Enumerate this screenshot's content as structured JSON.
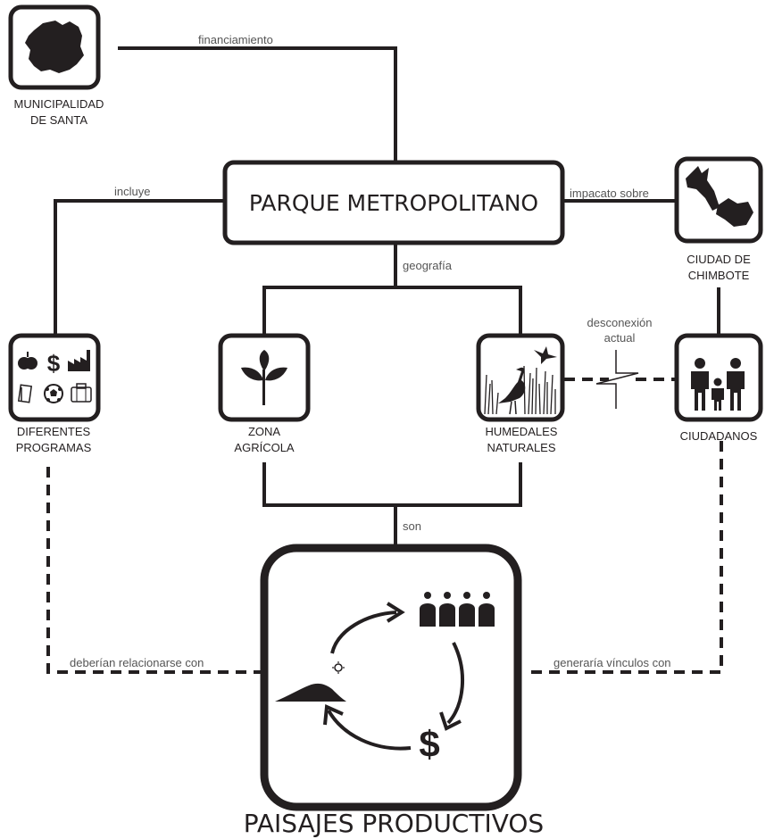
{
  "nodes": {
    "municipalidad": {
      "line1": "MUNICIPALIDAD",
      "line2": "DE SANTA"
    },
    "parque": {
      "label": "PARQUE METROPOLITANO"
    },
    "ciudad": {
      "line1": "CIUDAD DE",
      "line2": "CHIMBOTE"
    },
    "programas": {
      "line1": "DIFERENTES",
      "line2": "PROGRAMAS"
    },
    "zona": {
      "line1": "ZONA",
      "line2": "AGRÍCOLA"
    },
    "humedales": {
      "line1": "HUMEDALES",
      "line2": "NATURALES"
    },
    "ciudadanos": {
      "label": "CIUDADANOS"
    },
    "paisajes": {
      "label": "PAISAJES PRODUCTIVOS"
    }
  },
  "edges": {
    "financiamiento": "financiamiento",
    "incluye": "incluye",
    "impacto": "impacato sobre",
    "geografia": "geografía",
    "desconexion_1": "desconexión",
    "desconexion_2": "actual",
    "son": "son",
    "deberian": "deberían relacionarse con",
    "generaria": "generaría vínculos con"
  },
  "programas_icons": [
    "apple-icon",
    "dollar-icon",
    "factory-icon",
    "book-icon",
    "soccer-ball-icon",
    "briefcase-icon"
  ],
  "cycle_icons": [
    "people-group-icon",
    "dollar-icon",
    "land-mound-icon",
    "seed-icon"
  ],
  "cycle_dollar": "$",
  "programas_dollar": "$",
  "colors": {
    "ink": "#231f20",
    "label_gray": "#555555",
    "background": "#ffffff"
  }
}
